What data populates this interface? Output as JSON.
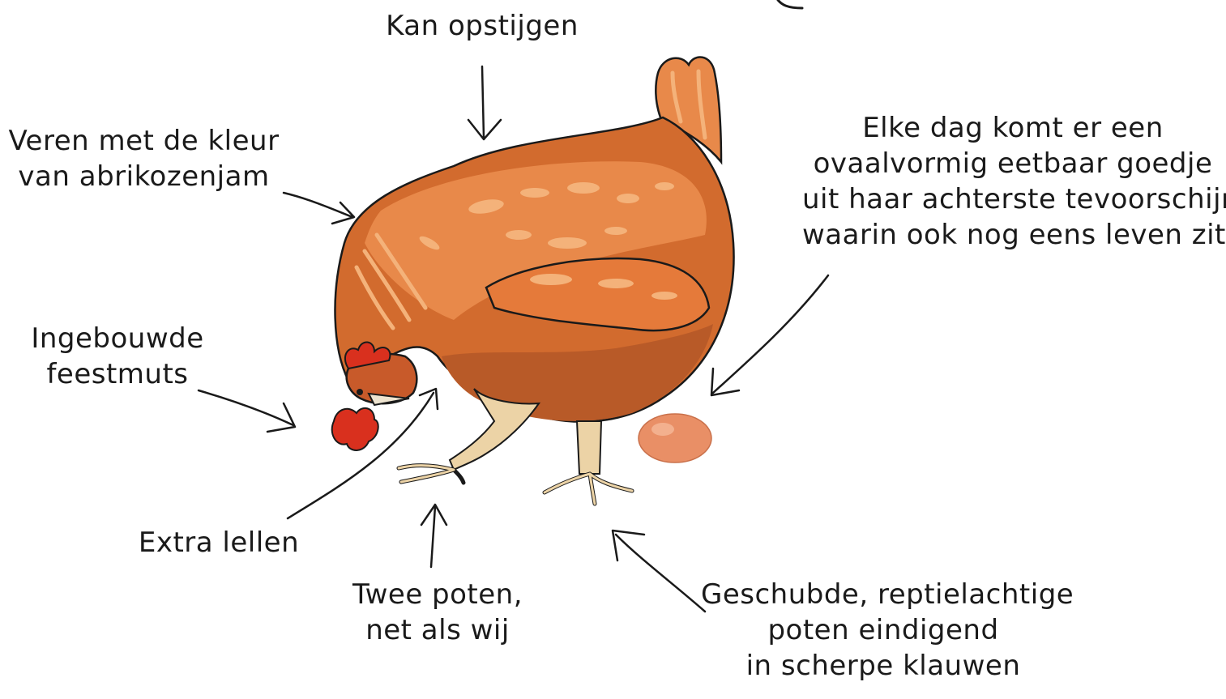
{
  "labels": {
    "takeoff": [
      "Kan opstijgen"
    ],
    "feathers": [
      "Veren met de kleur",
      "van abrikozenjam"
    ],
    "egg": [
      "Elke dag komt er een",
      "ovaalvormig eetbaar goedje",
      "uit haar achterste tevoorschijn,",
      "waarin ook nog eens leven zit."
    ],
    "comb": [
      "Ingebouwde",
      "feestmuts"
    ],
    "wattles": [
      "Extra lellen"
    ],
    "legs": [
      "Twee poten,",
      "net als wij"
    ],
    "claws": [
      "Geschubde, reptielachtige",
      "poten eindigend",
      "in scherpe klauwen"
    ]
  },
  "colors": {
    "body": "#c8642a",
    "body_light": "#e8894a",
    "highlight": "#f4b27a",
    "comb": "#d9301e",
    "legs": "#ecd3a6",
    "egg": "#e98f66",
    "ink": "#1a1a1a"
  }
}
